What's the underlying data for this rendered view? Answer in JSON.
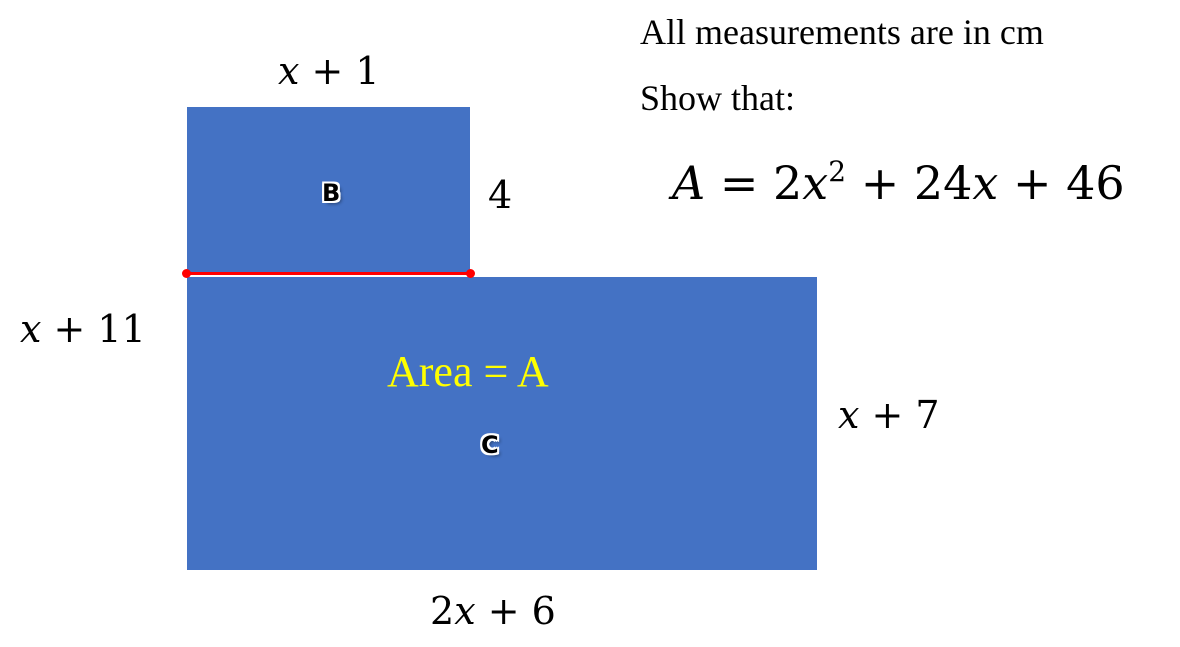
{
  "colors": {
    "shape_fill": "#4472c4",
    "divider": "#ff0000",
    "area_text": "#ffff00"
  },
  "shape_b": {
    "marker": "B"
  },
  "shape_c": {
    "marker": "C",
    "area_label": "Area = A"
  },
  "labels": {
    "top_width": {
      "var": "x",
      "rest": " + 1"
    },
    "top_height": {
      "rest": "4"
    },
    "left_height": {
      "var": "x",
      "rest": " + 11"
    },
    "right_height": {
      "var": "x",
      "rest": " + 7"
    },
    "bottom_width": {
      "pre": "2",
      "var": "x",
      "rest": " + 6"
    }
  },
  "notes": {
    "units": "All measurements are in cm",
    "prompt": "Show that:"
  },
  "equation": {
    "lhs": "A",
    "eq": " = 2",
    "x1": "x",
    "exp": "2",
    "mid": " + 24",
    "x2": "x",
    "end": " + 46"
  }
}
